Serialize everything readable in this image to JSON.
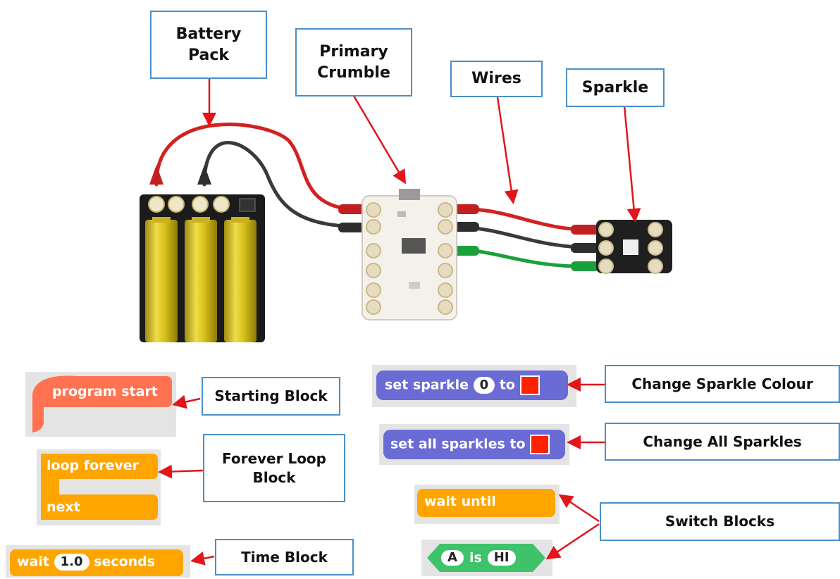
{
  "labels": {
    "battery_pack": [
      "Battery",
      "Pack"
    ],
    "primary_crumble": [
      "Primary",
      "Crumble"
    ],
    "wires": "Wires",
    "sparkle": "Sparkle",
    "starting_block": "Starting Block",
    "forever_loop_block": [
      "Forever Loop",
      "Block"
    ],
    "time_block": "Time Block",
    "change_sparkle_colour": "Change Sparkle Colour",
    "change_all_sparkles": "Change All Sparkles",
    "switch_blocks": "Switch Blocks"
  },
  "blocks": {
    "program_start": "program start",
    "loop_forever": "loop forever",
    "next": "next",
    "wait_label": "wait",
    "wait_value": "1.0",
    "seconds_label": "seconds",
    "set_sparkle": "set sparkle",
    "sparkle_index": "0",
    "to": "to",
    "set_all_sparkles_to": "set all sparkles to",
    "wait_until": "wait until",
    "switch_pin": "A",
    "is_label": "is",
    "switch_state": "HI"
  },
  "colors": {
    "label_border": "#4a8fc7",
    "arrow": "#e0161b",
    "start_block": "#ff7352",
    "control_block": "#ffa500",
    "sparkle_block": "#6b6bd6",
    "switch_block": "#3ec36a",
    "swatch_red": "#ff2200",
    "wire_red": "#d42020",
    "wire_black": "#333333",
    "wire_green": "#1aa03a",
    "battery_yellow": "#d9c21a"
  }
}
